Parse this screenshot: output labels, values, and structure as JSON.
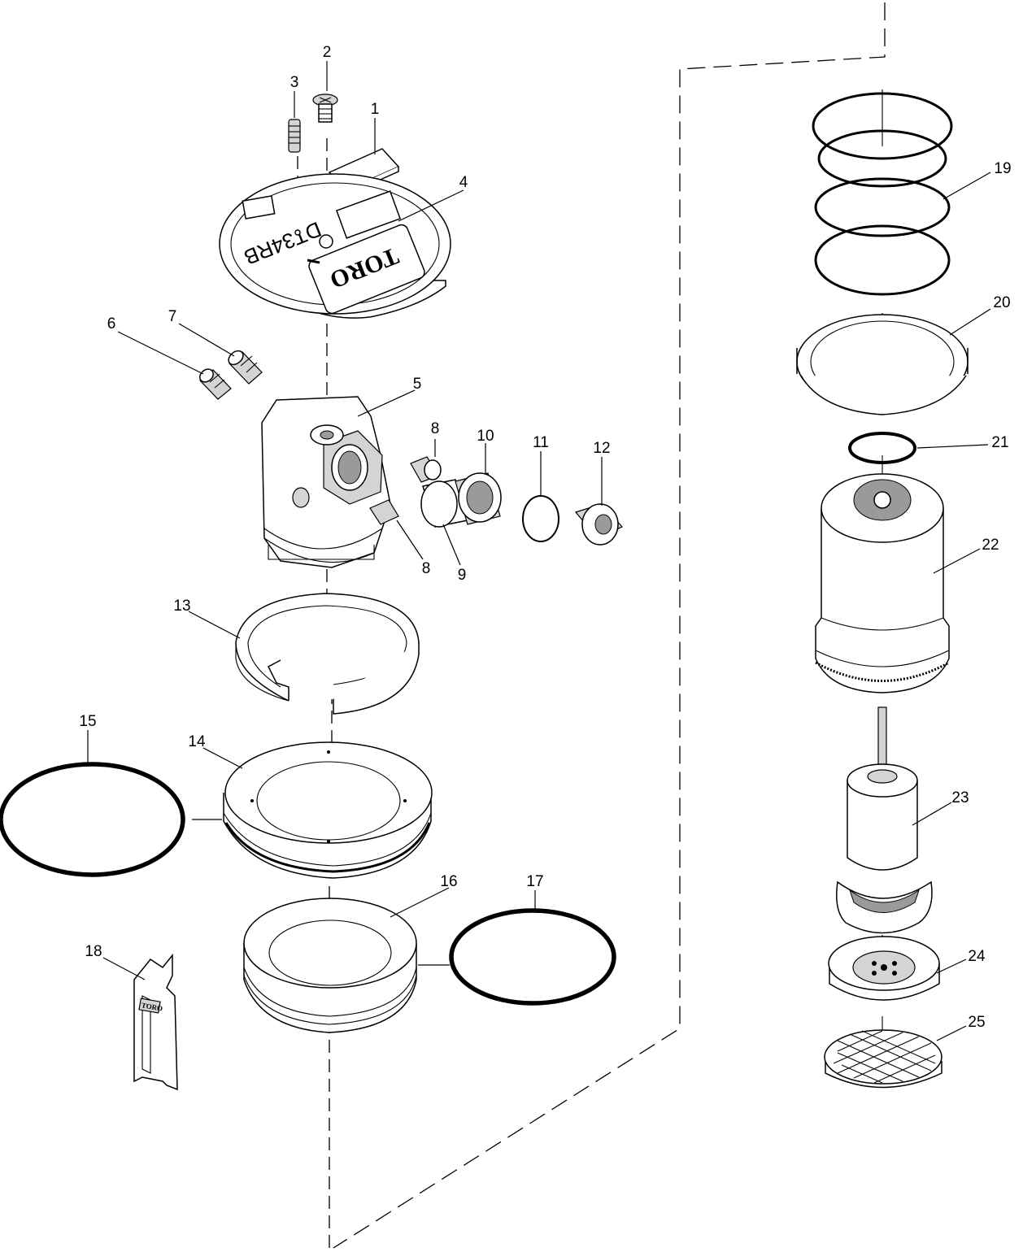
{
  "diagram": {
    "callouts": [
      {
        "num": "1"
      },
      {
        "num": "2"
      },
      {
        "num": "3"
      },
      {
        "num": "4"
      },
      {
        "num": "5"
      },
      {
        "num": "6"
      },
      {
        "num": "7"
      },
      {
        "num": "8"
      },
      {
        "num": "8"
      },
      {
        "num": "9"
      },
      {
        "num": "10"
      },
      {
        "num": "11"
      },
      {
        "num": "12"
      },
      {
        "num": "13"
      },
      {
        "num": "14"
      },
      {
        "num": "15"
      },
      {
        "num": "16"
      },
      {
        "num": "17"
      },
      {
        "num": "18"
      },
      {
        "num": "19"
      },
      {
        "num": "20"
      },
      {
        "num": "21"
      },
      {
        "num": "22"
      },
      {
        "num": "23"
      },
      {
        "num": "24"
      },
      {
        "num": "25"
      }
    ],
    "cap_logo": "TORO",
    "cap_model": "DT34RB",
    "tool_logo": "TORO"
  }
}
